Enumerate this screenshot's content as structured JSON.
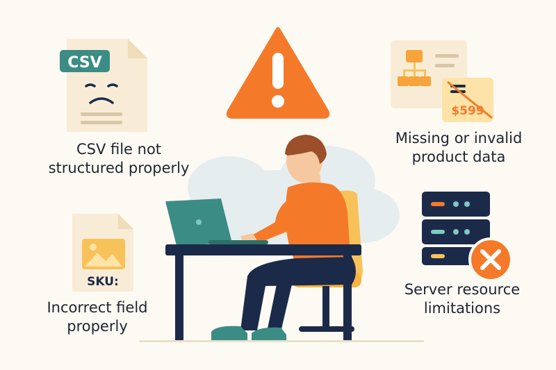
{
  "issues": {
    "csv": {
      "badge": "CSV",
      "caption_line1": "CSV file not",
      "caption_line2": "structured properly"
    },
    "field": {
      "tag": "SKU:",
      "caption_line1": "Incorrect field",
      "caption_line2": "properly"
    },
    "product": {
      "price": "$599",
      "caption_line1": "Missing or invalid",
      "caption_line2": "product data"
    },
    "server": {
      "caption_line1": "Server resource",
      "caption_line2": "limitations"
    }
  },
  "colors": {
    "orange": "#f47a2a",
    "teal": "#3b8c84",
    "navy": "#1c2a4a",
    "paper": "#f8ecd6",
    "yellow": "#f8c25a",
    "bg": "#fdfaf3"
  },
  "icons": [
    "warning-icon",
    "sad-face-icon",
    "image-icon",
    "hierarchy-icon",
    "server-icon",
    "error-x-icon",
    "laptop-icon"
  ]
}
